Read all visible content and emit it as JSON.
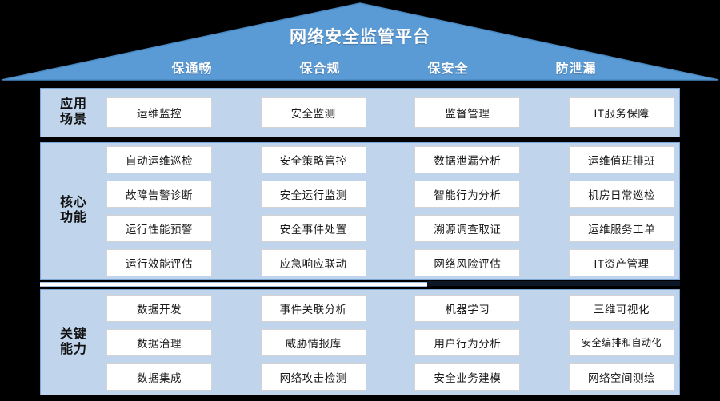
{
  "roof": {
    "title": "网络安全监管平台",
    "pillars": [
      "保通畅",
      "保合规",
      "保安全",
      "防泄漏"
    ],
    "color": "#5b9bd5"
  },
  "theme": {
    "panel_bg": "#c0d5ec",
    "panel_border": "#7ba7d7",
    "card_bg": "#ffffff",
    "card_border": "#d3d3d3",
    "wall": "#000000",
    "text": "#1a1a1a"
  },
  "sections": [
    {
      "label": "应用\n场景",
      "label_lines": [
        "应用",
        "场景"
      ],
      "rows": [
        [
          "运维监控",
          "安全监测",
          "监督管理",
          "IT服务保障"
        ]
      ]
    },
    {
      "label": "核心\n功能",
      "label_lines": [
        "核心",
        "功能"
      ],
      "rows": [
        [
          "自动运维巡检",
          "安全策略管控",
          "数据泄漏分析",
          "运维值班排班"
        ],
        [
          "故障告警诊断",
          "安全运行监测",
          "智能行为分析",
          "机房日常巡检"
        ],
        [
          "运行性能预警",
          "安全事件处置",
          "溯源调查取证",
          "运维服务工单"
        ],
        [
          "运行效能评估",
          "应急响应联动",
          "网络风险评估",
          "IT资产管理"
        ]
      ]
    },
    {
      "label": "关键\n能力",
      "label_lines": [
        "关键",
        "能力"
      ],
      "rows": [
        [
          "数据开发",
          "事件关联分析",
          "机器学习",
          "三维可视化"
        ],
        [
          "数据治理",
          "威胁情报库",
          "用户行为分析",
          "安全编排和自动化"
        ],
        [
          "数据集成",
          "网络攻击检测",
          "安全业务建模",
          "网络空间测绘"
        ]
      ]
    }
  ]
}
